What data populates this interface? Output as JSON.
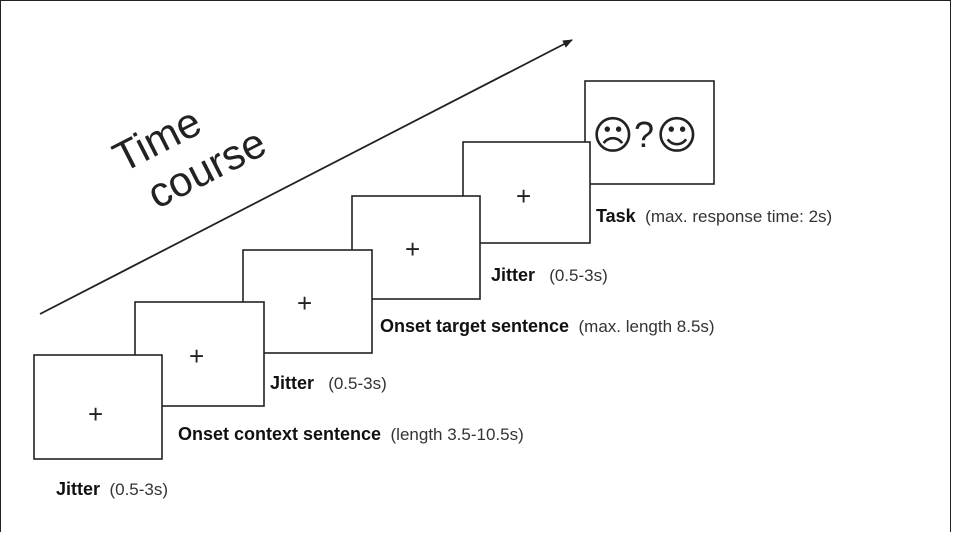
{
  "time_course": {
    "line1": "Time",
    "line2": "course"
  },
  "stages": [
    {
      "name": "Jitter",
      "detail": "(0.5-3s)",
      "symbol": "+"
    },
    {
      "name": "Onset context sentence",
      "detail": "(length  3.5-10.5s)",
      "symbol": "+"
    },
    {
      "name": "Jitter",
      "detail": "(0.5-3s)",
      "symbol": "+"
    },
    {
      "name": "Onset target sentence",
      "detail": "(max. length  8.5s)",
      "symbol": "+"
    },
    {
      "name": "Jitter",
      "detail": "(0.5-3s)",
      "symbol": "+"
    },
    {
      "name": "Task",
      "detail": "(max. response time: 2s)",
      "sad": "☹",
      "question": "?",
      "happy": "☺"
    }
  ]
}
